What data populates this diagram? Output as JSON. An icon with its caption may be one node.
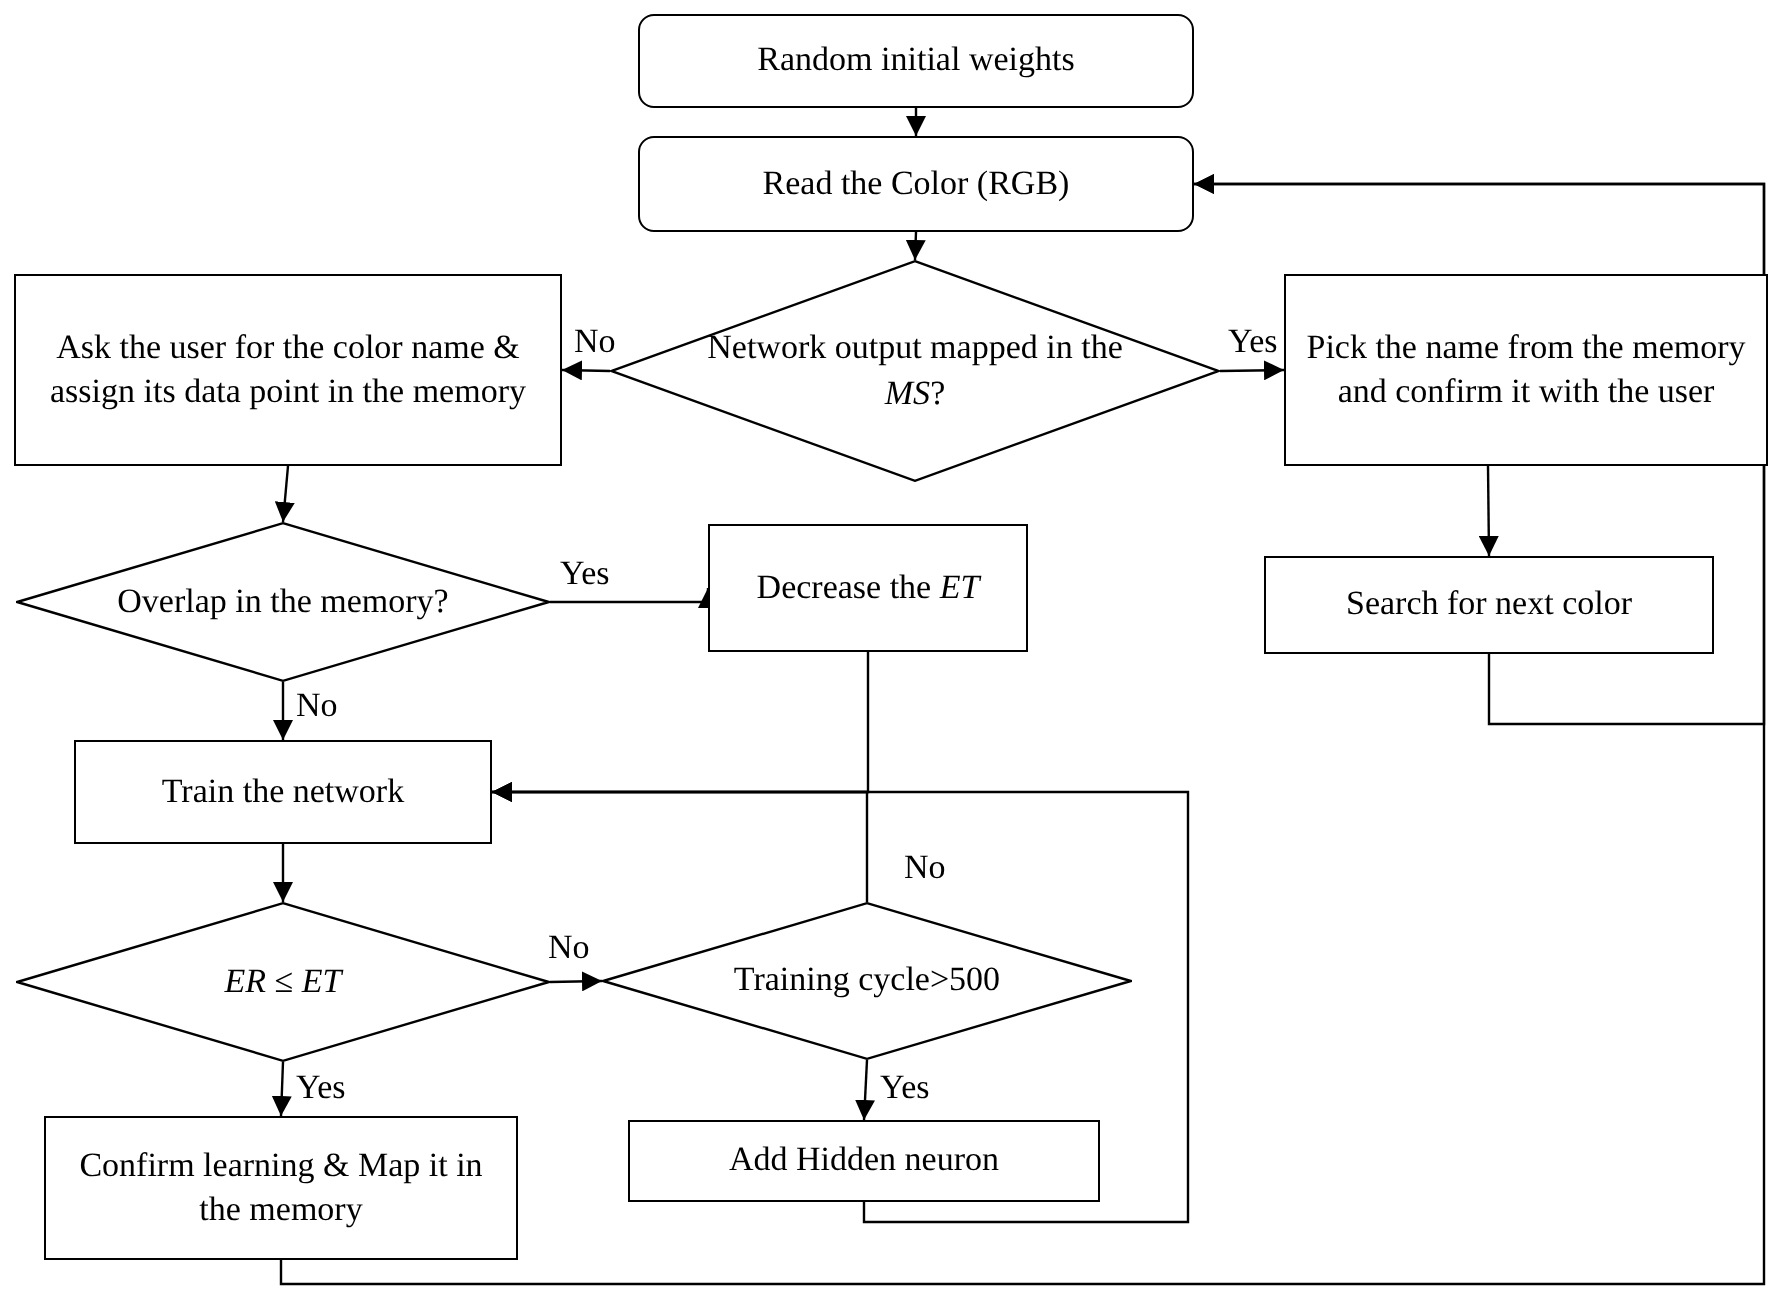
{
  "diagram": {
    "nodes": [
      {
        "text": [
          "Random initial weights"
        ]
      },
      {
        "text": [
          "Read the Color (RGB)"
        ]
      },
      {
        "text": [
          "Network output mapped in the *MS*?"
        ]
      },
      {
        "text": [
          "Ask the user for the color name & assign its data point in the memory"
        ]
      },
      {
        "text": [
          "Pick the name from the memory and confirm it with the user"
        ]
      },
      {
        "text": [
          "Overlap in the memory?"
        ]
      },
      {
        "text": [
          "Decrease the *ET*"
        ]
      },
      {
        "text": [
          "Search for next color"
        ]
      },
      {
        "text": [
          "Train the network"
        ]
      },
      {
        "text": [
          "*ER* ≤ *ET*"
        ]
      },
      {
        "text": [
          "Training cycle>500"
        ]
      },
      {
        "text": [
          "Confirm learning & Map it in the memory"
        ]
      },
      {
        "text": [
          "Add Hidden neuron"
        ]
      }
    ],
    "edges": [
      {
        "from": 0,
        "to": 1,
        "arrow": "to"
      },
      {
        "from": 1,
        "to": 2,
        "arrow": "to"
      },
      {
        "from": 2,
        "to": 3,
        "arrow": "to",
        "label": "No"
      },
      {
        "from": 2,
        "to": 4,
        "arrow": "to",
        "label": "Yes"
      },
      {
        "from": 3,
        "to": 5,
        "arrow": "to"
      },
      {
        "from": 5,
        "to": 6,
        "arrow": "to",
        "label": "Yes"
      },
      {
        "from": 5,
        "to": 8,
        "arrow": "to",
        "label": "No"
      },
      {
        "from": 4,
        "to": 7,
        "arrow": "to"
      },
      {
        "from": 7,
        "to": 1,
        "arrow": "to"
      },
      {
        "from": 8,
        "to": 9,
        "arrow": "to"
      },
      {
        "from": 9,
        "to": 10,
        "arrow": "to",
        "label": "No"
      },
      {
        "from": 9,
        "to": 11,
        "arrow": "to",
        "label": "Yes"
      },
      {
        "from": 10,
        "to": 8,
        "arrow": "to",
        "label": "No"
      },
      {
        "from": 6,
        "to": 8,
        "arrow": "to"
      },
      {
        "from": 10,
        "to": 12,
        "arrow": "to",
        "label": "Yes"
      },
      {
        "from": 12,
        "to": 8,
        "arrow": "to"
      },
      {
        "from": 11,
        "to": 1,
        "arrow": "to"
      }
    ]
  }
}
